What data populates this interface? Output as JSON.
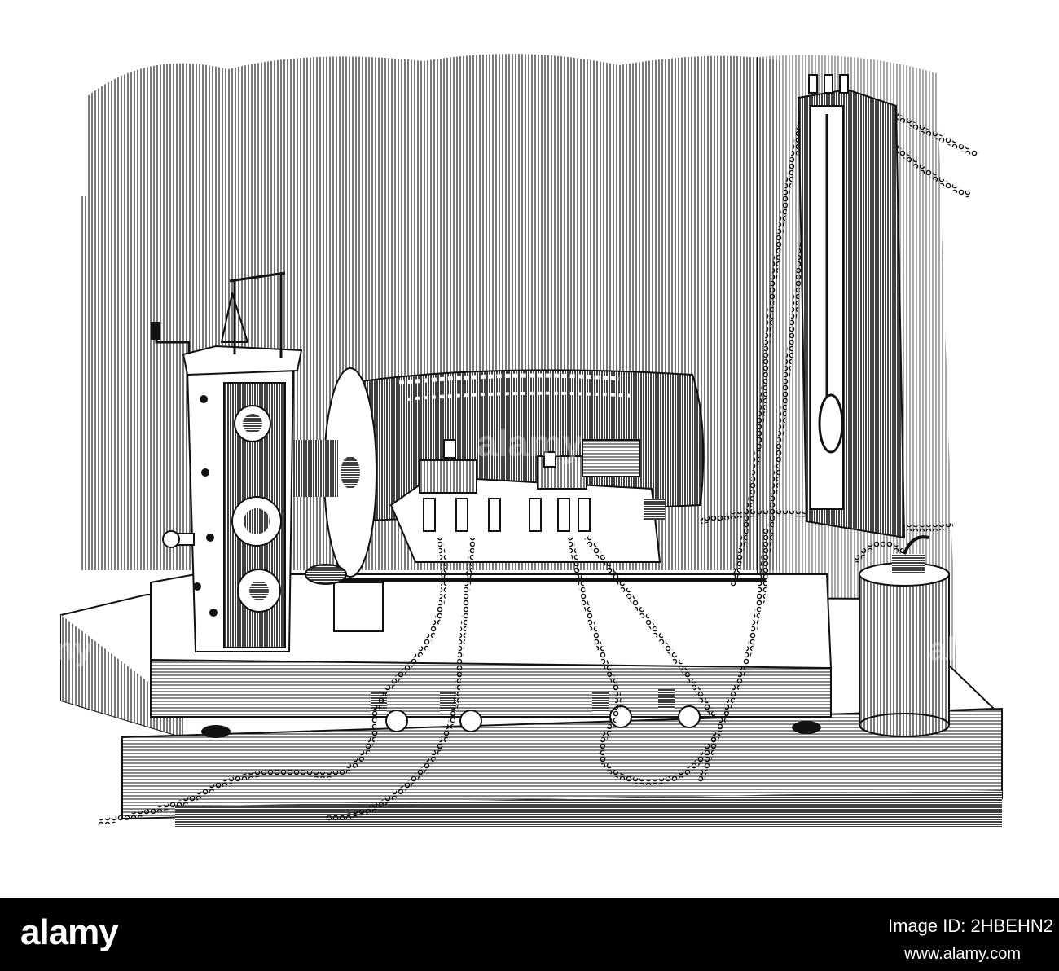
{
  "watermark": {
    "logo_text": "alamy",
    "image_id": "Image ID: 2HBEHN2",
    "site_url": "www.alamy.com"
  },
  "colors": {
    "ink": "#1a1a1a",
    "paper": "#ffffff",
    "footer_bg": "#000000",
    "footer_text": "#ffffff"
  },
  "icons": {
    "logo": "alamy-logo",
    "subject": "telegraph-apparatus-engraving"
  }
}
